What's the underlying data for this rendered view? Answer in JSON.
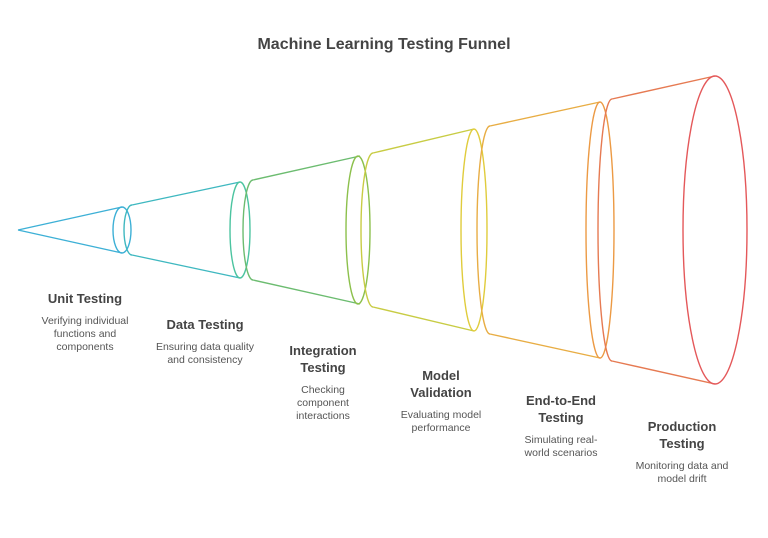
{
  "title": "Machine Learning Testing Funnel",
  "stages": [
    {
      "name": "Unit Testing",
      "desc": "Verifying individual functions and components",
      "color": "#3db0d6"
    },
    {
      "name": "Data Testing",
      "desc": "Ensuring data quality and consistency",
      "color": "#4cc4a0"
    },
    {
      "name": "Integration Testing",
      "desc": "Checking component interactions",
      "color": "#8cc04c"
    },
    {
      "name": "Model Validation",
      "desc": "Evaluating model performance",
      "color": "#e0cc3c"
    },
    {
      "name": "End-to-End Testing",
      "desc": "Simulating real-world scenarios",
      "color": "#ec9a44"
    },
    {
      "name": "Production Testing",
      "desc": "Monitoring data and model drift",
      "color": "#e4585a"
    }
  ]
}
